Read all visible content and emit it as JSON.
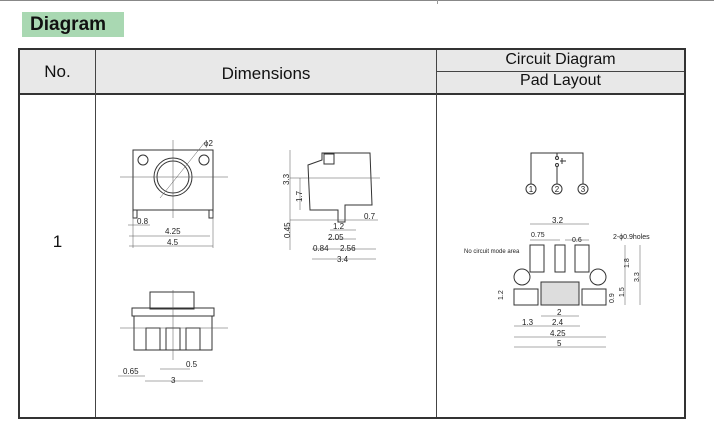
{
  "section_title": "Diagram",
  "table": {
    "headers": {
      "no": "No.",
      "dimensions": "Dimensions",
      "circuit": "Circuit Diagram",
      "pad": "Pad Layout"
    },
    "rows": [
      {
        "no": "1"
      }
    ]
  },
  "front_view": {
    "diameter": "ϕ2",
    "d1": "0.8",
    "d2": "4.25",
    "d3": "4.5"
  },
  "side_view": {
    "h1": "3.3",
    "h2": "1.7",
    "h3": "0.45",
    "d1": "0.7",
    "d2": "1.2",
    "d3": "2.05",
    "d4": "0.84",
    "d5": "2.56",
    "d6": "3.4"
  },
  "bottom_view": {
    "d1": "0.65",
    "d2": "0.5",
    "d3": "3"
  },
  "circuit": {
    "pins": [
      "1",
      "2",
      "3"
    ]
  },
  "pad_layout": {
    "w_top": "3.2",
    "d1": "0.75",
    "d2": "0.6",
    "holes": "2-ϕ0.9holes",
    "no_circuit": "No circuit mode area",
    "h1": "1.8",
    "h2": "3.3",
    "h3": "1.5",
    "h4": "0.9",
    "h5": "1.2",
    "w1": "2",
    "w2": "1.3",
    "w3": "2.4",
    "w4": "4.25",
    "w5": "5"
  }
}
